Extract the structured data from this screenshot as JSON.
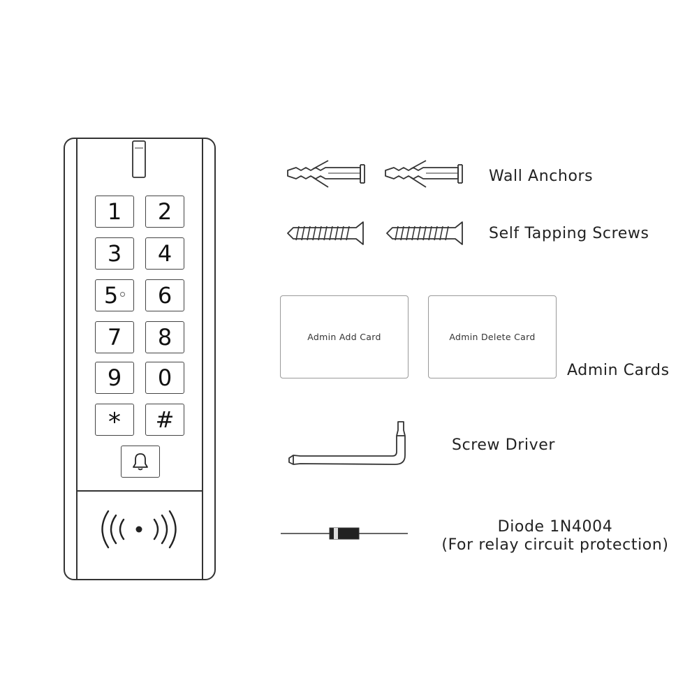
{
  "keypad": {
    "keys": [
      "1",
      "2",
      "3",
      "4",
      "5",
      "6",
      "7",
      "8",
      "9",
      "0",
      "*",
      "#"
    ],
    "bell_icon": "bell-icon",
    "rfid_icon": "rfid-wave-icon",
    "led_icon": "led-indicator-icon"
  },
  "accessories": {
    "wall_anchors": "Wall Anchors",
    "screws": "Self Tapping Screws",
    "card_add": "Admin Add Card",
    "card_delete": "Admin Delete Card",
    "admin_cards": "Admin Cards",
    "screw_driver": "Screw Driver",
    "diode_line1": "Diode 1N4004",
    "diode_line2": "(For relay circuit protection)"
  },
  "colors": {
    "line": "#333333",
    "key_border": "#444444",
    "card_border": "#999999"
  }
}
